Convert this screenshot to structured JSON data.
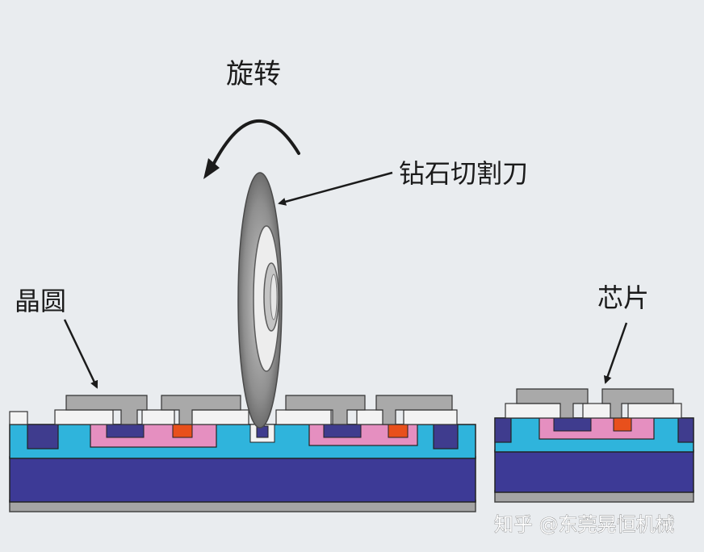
{
  "labels": {
    "rotation": "旋转",
    "blade": "钻石切割刀",
    "wafer": "晶圆",
    "chip": "芯片"
  },
  "watermark": {
    "text": "知乎 @东莞晃恒机械"
  },
  "colors": {
    "background": "#e9ecef",
    "substrate": "#3d3a96",
    "blue_layer": "#2fb4dc",
    "pink_well": "#e58fc0",
    "dark_contact": "#3f3c8e",
    "orange_contact": "#e8501c",
    "metal_grey": "#a9a9a9",
    "oxide_white": "#f3f3f3",
    "base_grey": "#a4a4a4",
    "blade_grey": "#8a8a8a"
  }
}
